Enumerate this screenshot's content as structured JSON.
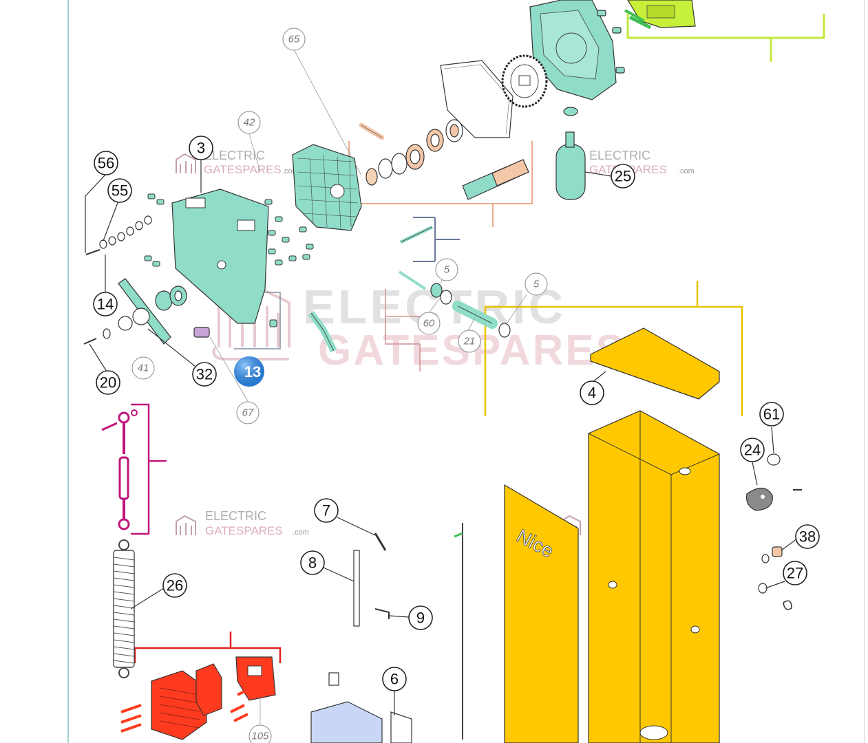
{
  "callouts": [
    {
      "id": "c56",
      "label": "56"
    },
    {
      "id": "c55",
      "label": "55"
    },
    {
      "id": "c14",
      "label": "14"
    },
    {
      "id": "c20",
      "label": "20"
    },
    {
      "id": "c41",
      "label": "41"
    },
    {
      "id": "c32",
      "label": "32"
    },
    {
      "id": "c3",
      "label": "3"
    },
    {
      "id": "c42",
      "label": "42"
    },
    {
      "id": "c65",
      "label": "65"
    },
    {
      "id": "c25",
      "label": "25"
    },
    {
      "id": "c5a",
      "label": "5"
    },
    {
      "id": "c5b",
      "label": "5"
    },
    {
      "id": "c60",
      "label": "60"
    },
    {
      "id": "c21",
      "label": "21"
    },
    {
      "id": "c67",
      "label": "67"
    },
    {
      "id": "c4",
      "label": "4"
    },
    {
      "id": "c61",
      "label": "61"
    },
    {
      "id": "c24",
      "label": "24"
    },
    {
      "id": "c38",
      "label": "38"
    },
    {
      "id": "c27",
      "label": "27"
    },
    {
      "id": "c26",
      "label": "26"
    },
    {
      "id": "c7",
      "label": "7"
    },
    {
      "id": "c8",
      "label": "8"
    },
    {
      "id": "c9",
      "label": "9"
    },
    {
      "id": "c6",
      "label": "6"
    },
    {
      "id": "c105",
      "label": "105"
    }
  ],
  "watermark": {
    "line1": "ELECTRIC",
    "line2": "GATESPARES",
    "suffix": ".com"
  },
  "cabinet_brand": "Nice",
  "section_badge": "13",
  "colors": {
    "teal_part": "#8fdcc8",
    "yellow_part": "#ffc800",
    "red_part": "#ff3b1f",
    "blue_part": "#c9d6f5",
    "lime_part": "#c7f03a",
    "magenta_bracket": "#c0157a",
    "yellow_bracket": "#e8c300",
    "red_bracket": "#e02020",
    "salmon_bracket": "#eea98a",
    "slate_bracket": "#6b7a99",
    "lime_bracket": "#c2e83a"
  }
}
